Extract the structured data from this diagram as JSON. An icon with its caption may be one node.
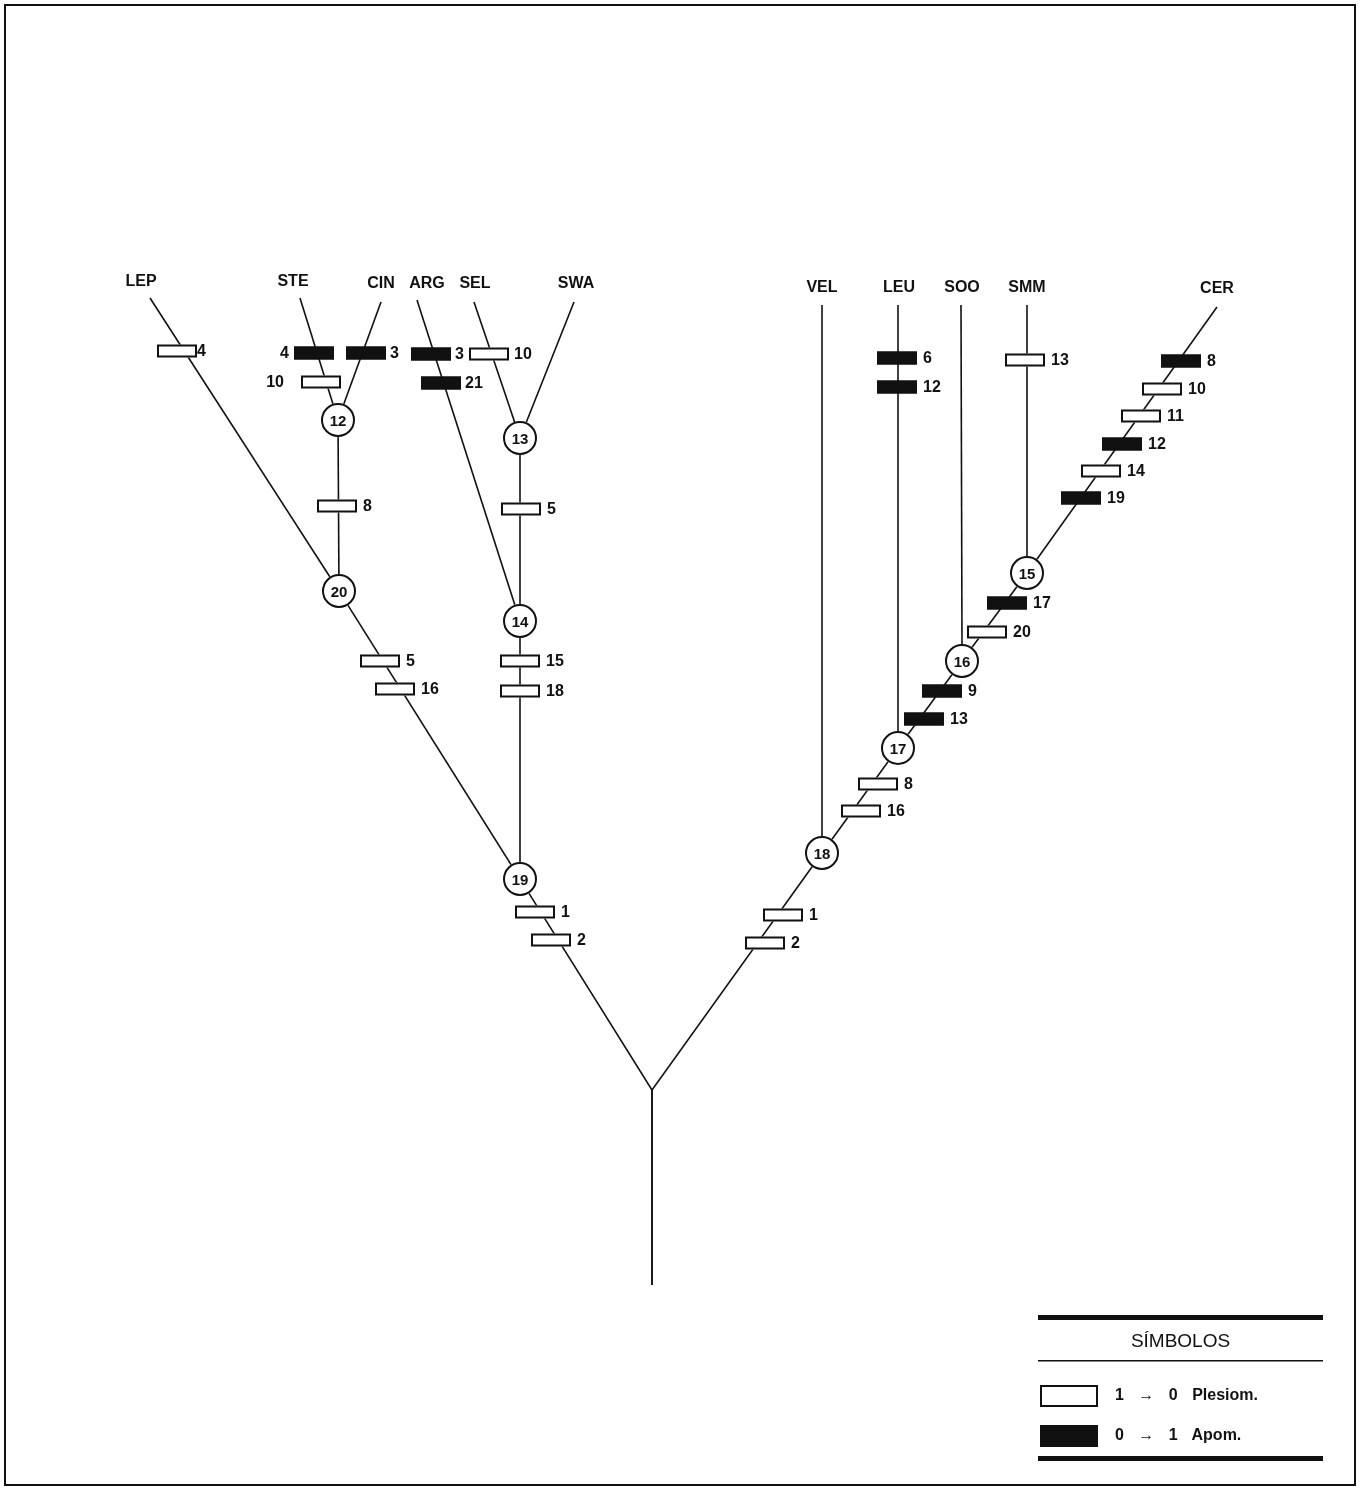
{
  "diagram": {
    "nodes": [
      {
        "text": [
          "LEP"
        ]
      },
      {
        "text": [
          "STE"
        ]
      },
      {
        "text": [
          "CIN"
        ]
      },
      {
        "text": [
          "ARG"
        ]
      },
      {
        "text": [
          "SEL"
        ]
      },
      {
        "text": [
          "SWA"
        ]
      },
      {
        "text": [
          "VEL"
        ]
      },
      {
        "text": [
          "LEU"
        ]
      },
      {
        "text": [
          "SOO"
        ]
      },
      {
        "text": [
          "SMM"
        ]
      },
      {
        "text": [
          "CER"
        ]
      },
      {
        "text": [
          "12"
        ]
      },
      {
        "text": [
          "13"
        ]
      },
      {
        "text": [
          "15"
        ]
      },
      {
        "text": [
          "20"
        ]
      },
      {
        "text": [
          "14"
        ]
      },
      {
        "text": [
          "16"
        ]
      },
      {
        "text": [
          "17"
        ]
      },
      {
        "text": [
          "18"
        ]
      },
      {
        "text": [
          "19"
        ]
      }
    ],
    "edges": [
      {
        "from": 0,
        "to": 14,
        "arrow": "none"
      },
      {
        "from": 1,
        "to": 11,
        "arrow": "none"
      },
      {
        "from": 2,
        "to": 11,
        "arrow": "none"
      },
      {
        "from": 3,
        "to": 15,
        "arrow": "none"
      },
      {
        "from": 4,
        "to": 12,
        "arrow": "none"
      },
      {
        "from": 5,
        "to": 12,
        "arrow": "none"
      },
      {
        "from": 11,
        "to": 14,
        "arrow": "none"
      },
      {
        "from": 12,
        "to": 15,
        "arrow": "none"
      },
      {
        "from": 14,
        "to": 19,
        "arrow": "none"
      },
      {
        "from": 15,
        "to": 19,
        "arrow": "none"
      },
      {
        "from": 6,
        "to": 18,
        "arrow": "none"
      },
      {
        "from": 7,
        "to": 17,
        "arrow": "none"
      },
      {
        "from": 8,
        "to": 16,
        "arrow": "none"
      },
      {
        "from": 9,
        "to": 13,
        "arrow": "none"
      },
      {
        "from": 10,
        "to": 13,
        "arrow": "none"
      },
      {
        "from": 13,
        "to": 16,
        "arrow": "none"
      },
      {
        "from": 16,
        "to": 17,
        "arrow": "none"
      },
      {
        "from": 17,
        "to": 18,
        "arrow": "none"
      },
      {
        "from": null,
        "to": 19,
        "arrow": "none"
      },
      {
        "from": null,
        "to": 18,
        "arrow": "none"
      }
    ],
    "labels": [
      "4",
      "4",
      "3",
      "3",
      "10",
      "6",
      "13",
      "8",
      "10",
      "21",
      "12",
      "10",
      "11",
      "12",
      "14",
      "19",
      "8",
      "5",
      "17",
      "20",
      "5",
      "15",
      "16",
      "18",
      "9",
      "13",
      "8",
      "16",
      "1",
      "1",
      "2",
      "2",
      "SÍMBOLOS"
    ],
    "legend": [
      {
        "text": "1 → 0 Plesiom.",
        "color": "#ffffff"
      },
      {
        "text": "0 → 1 Apom.",
        "color": "#111111"
      }
    ]
  }
}
